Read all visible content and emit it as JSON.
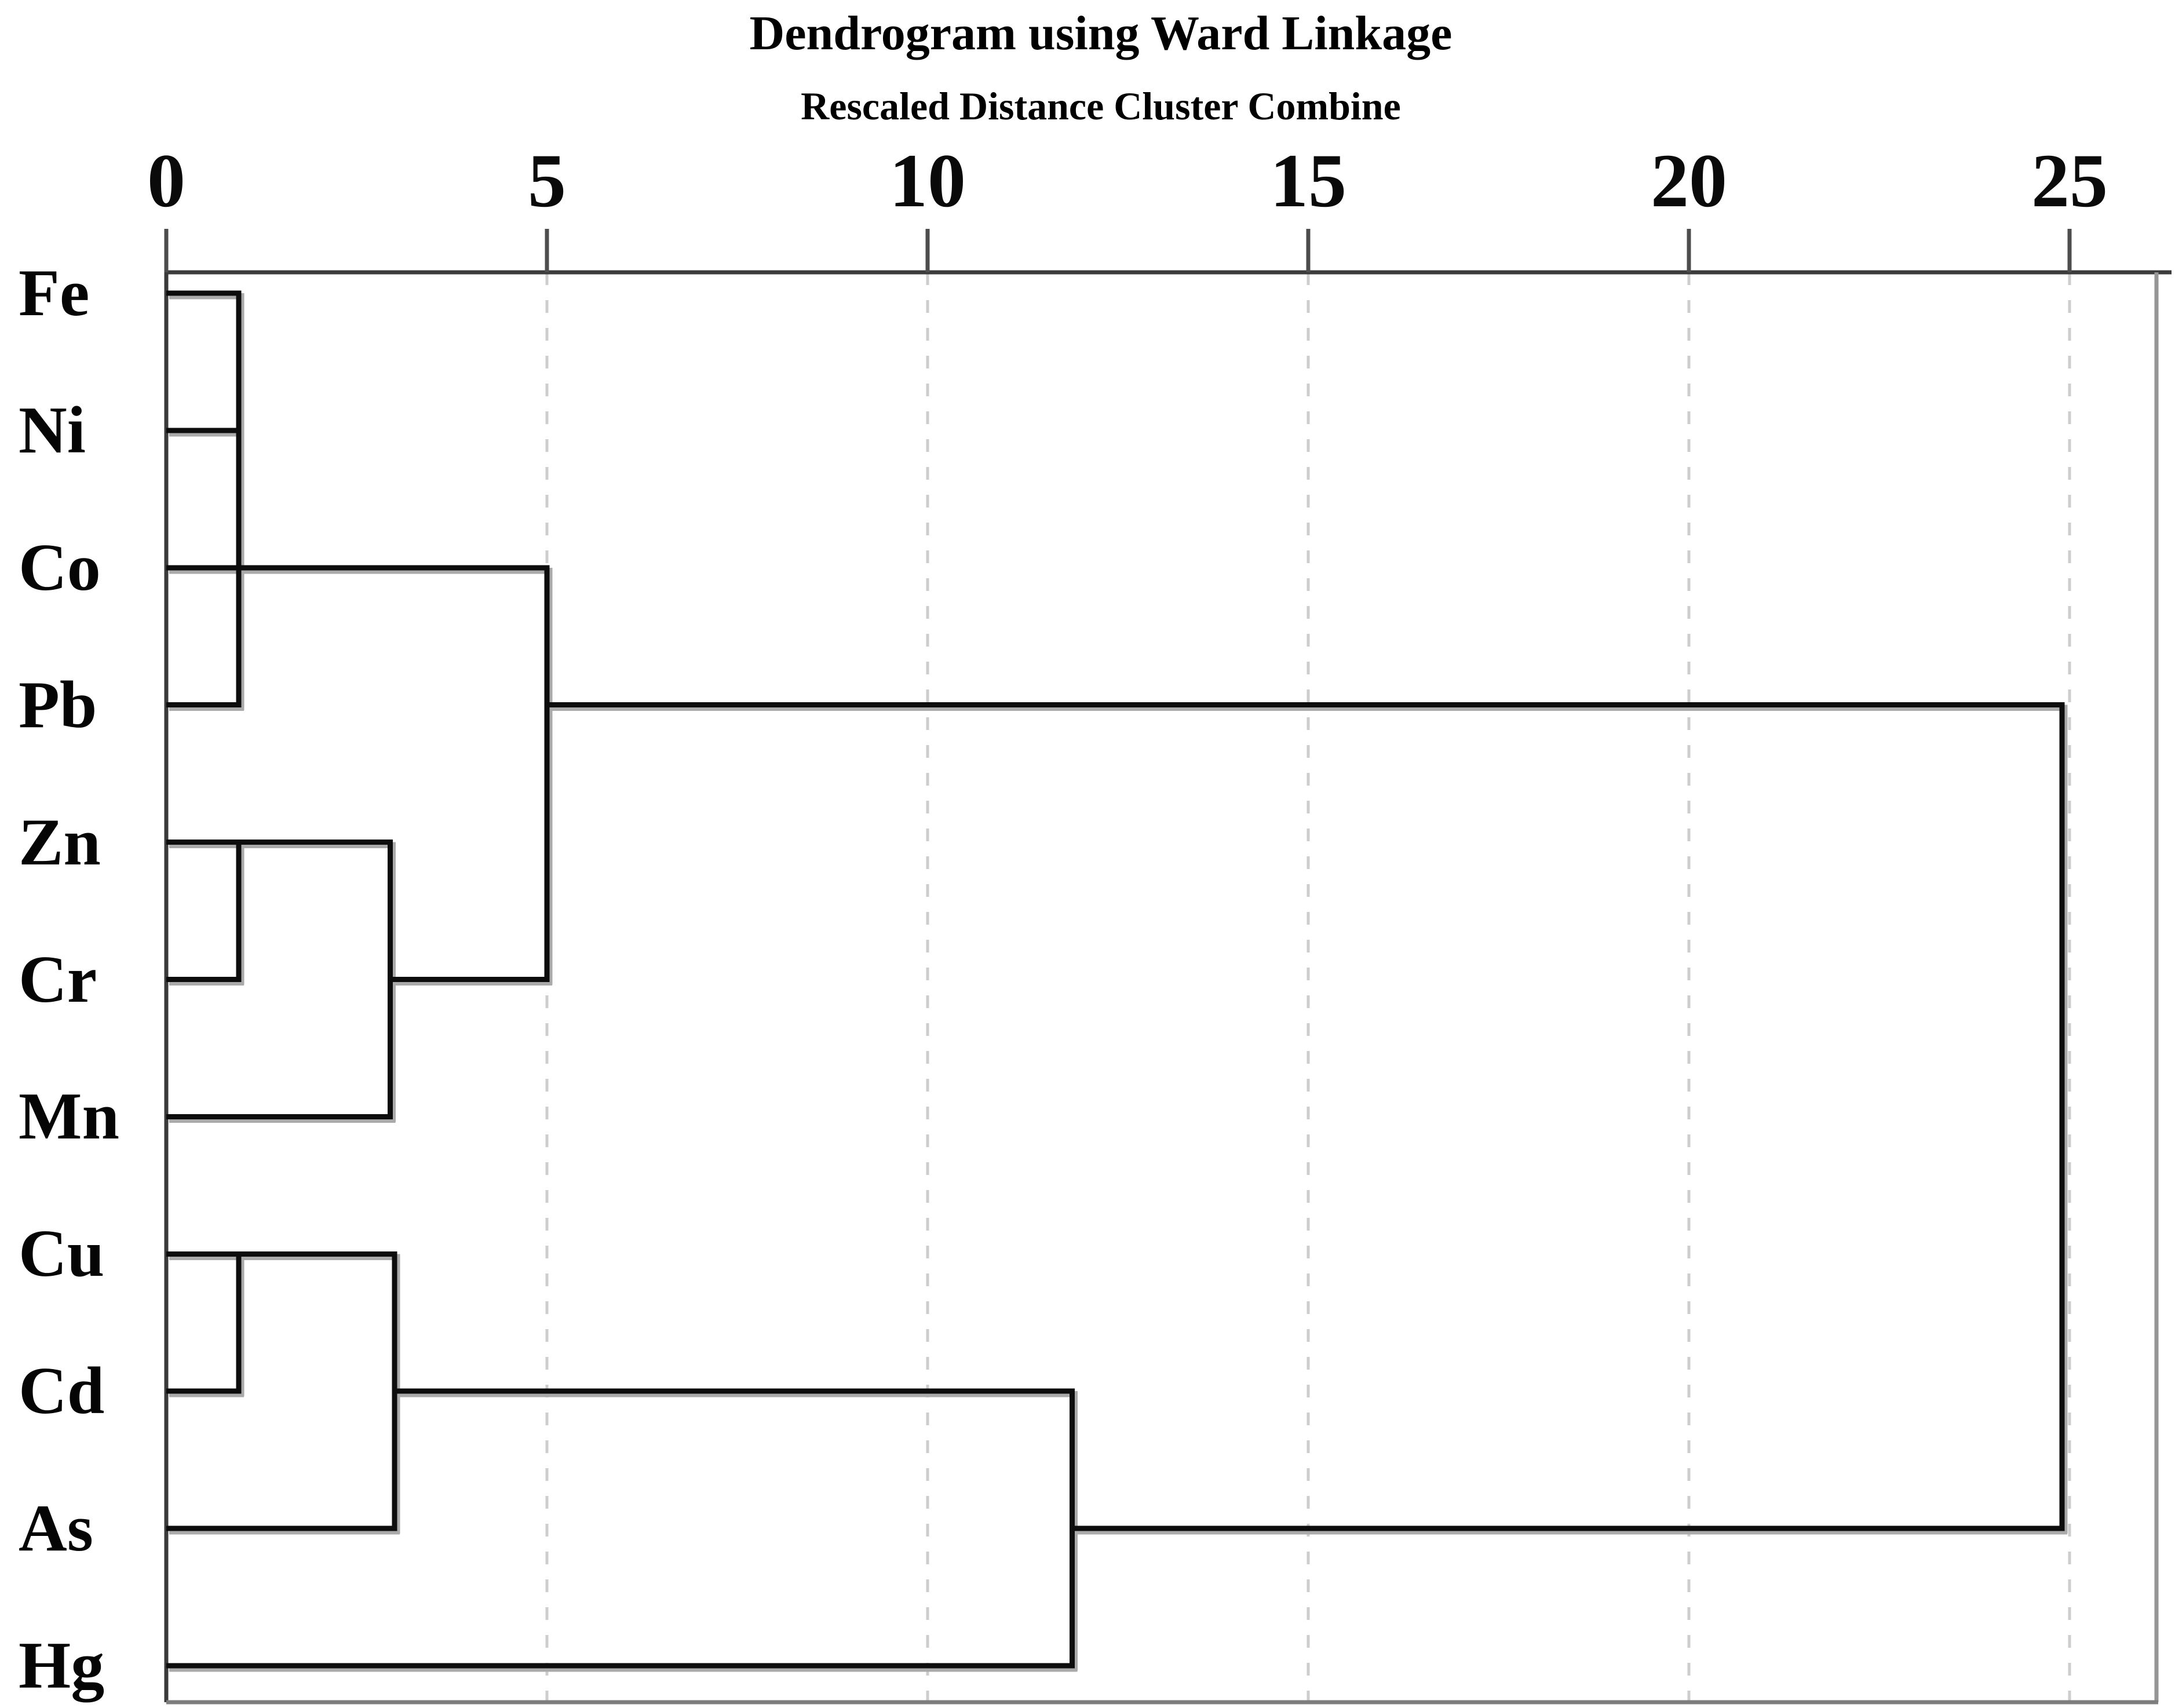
{
  "chart_data": {
    "type": "dendrogram",
    "title": "Dendrogram using Ward Linkage",
    "subtitle": "Rescaled Distance Cluster Combine",
    "method": "Ward Linkage",
    "orientation": "horizontal",
    "x_axis_label": "Rescaled Distance Cluster Combine",
    "xlim": [
      0,
      25
    ],
    "x_ticks": [
      0,
      5,
      10,
      15,
      20,
      25
    ],
    "gridlines": {
      "at": [
        5,
        10,
        15,
        20,
        25
      ],
      "style": "dashed",
      "vertical": true
    },
    "legend": "none",
    "leaves": [
      "Fe",
      "Ni",
      "Co",
      "Pb",
      "Zn",
      "Cr",
      "Mn",
      "Cu",
      "Cd",
      "As",
      "Hg"
    ],
    "merges": [
      {
        "join": "Fe + Ni",
        "distance": 1
      },
      {
        "join": "(Fe,Ni) + Pb",
        "distance": 1
      },
      {
        "join": "(Fe,Ni,Pb) + Co",
        "distance": 1
      },
      {
        "join": "Zn + Cr",
        "distance": 1
      },
      {
        "join": "(Zn,Cr) + Mn",
        "distance": 3
      },
      {
        "join": "Cu + Cd",
        "distance": 1
      },
      {
        "join": "(Cu,Cd) + As",
        "distance": 3
      },
      {
        "join": "(Fe,Ni,Co,Pb) + (Zn,Cr,Mn)",
        "distance": 5
      },
      {
        "join": "(Cu,Cd,As) + Hg",
        "distance": 12
      },
      {
        "join": "(Fe,Ni,Co,Pb,Zn,Cr,Mn) + (Cu,Cd,As,Hg)",
        "distance": 25
      }
    ],
    "drawn_h_segments": [
      {
        "row": "Fe",
        "x1": 0,
        "x2": 0.95
      },
      {
        "row": "Ni",
        "x1": 0,
        "x2": 0.95
      },
      {
        "row": "Co",
        "x1": 0,
        "x2": 5
      },
      {
        "row": "Pb",
        "x1": 0,
        "x2": 0.95
      },
      {
        "row": "Pb",
        "x1": 5,
        "x2": 24.9
      },
      {
        "row": "Zn",
        "x1": 0,
        "x2": 2.94
      },
      {
        "row": "Cr",
        "x1": 0,
        "x2": 0.95
      },
      {
        "row": "Cr",
        "x1": 2.94,
        "x2": 5
      },
      {
        "row": "Mn",
        "x1": 0,
        "x2": 2.94
      },
      {
        "row": "Cu",
        "x1": 0,
        "x2": 3
      },
      {
        "row": "Cd",
        "x1": 0,
        "x2": 0.95
      },
      {
        "row": "Cd",
        "x1": 3,
        "x2": 11.9
      },
      {
        "row": "As",
        "x1": 0,
        "x2": 3
      },
      {
        "row": "As",
        "x1": 11.9,
        "x2": 24.9
      },
      {
        "row": "Hg",
        "x1": 0,
        "x2": 11.9
      }
    ],
    "drawn_v_segments": [
      {
        "x": 0.95,
        "row1": "Fe",
        "row2": "Pb"
      },
      {
        "x": 5,
        "row1": "Co",
        "row2": "Cr"
      },
      {
        "x": 0.95,
        "row1": "Zn",
        "row2": "Cr"
      },
      {
        "x": 2.94,
        "row1": "Zn",
        "row2": "Mn"
      },
      {
        "x": 0.95,
        "row1": "Cu",
        "row2": "Cd"
      },
      {
        "x": 3,
        "row1": "Cu",
        "row2": "As"
      },
      {
        "x": 11.9,
        "row1": "Cd",
        "row2": "Hg"
      },
      {
        "x": 24.9,
        "row1": "Pb",
        "row2": "As"
      }
    ]
  },
  "colors": {
    "background": "#ffffff",
    "dendrogram_line": "#0d0d0d",
    "line_shadow": "#aaaaaa",
    "axis_line": "#3b3b3b",
    "border_right": "#959595",
    "border_bottom": "#7d7d7d",
    "tick_mark": "#4d4d4d",
    "gridline": "#cdcdcd",
    "text": "#000000"
  }
}
